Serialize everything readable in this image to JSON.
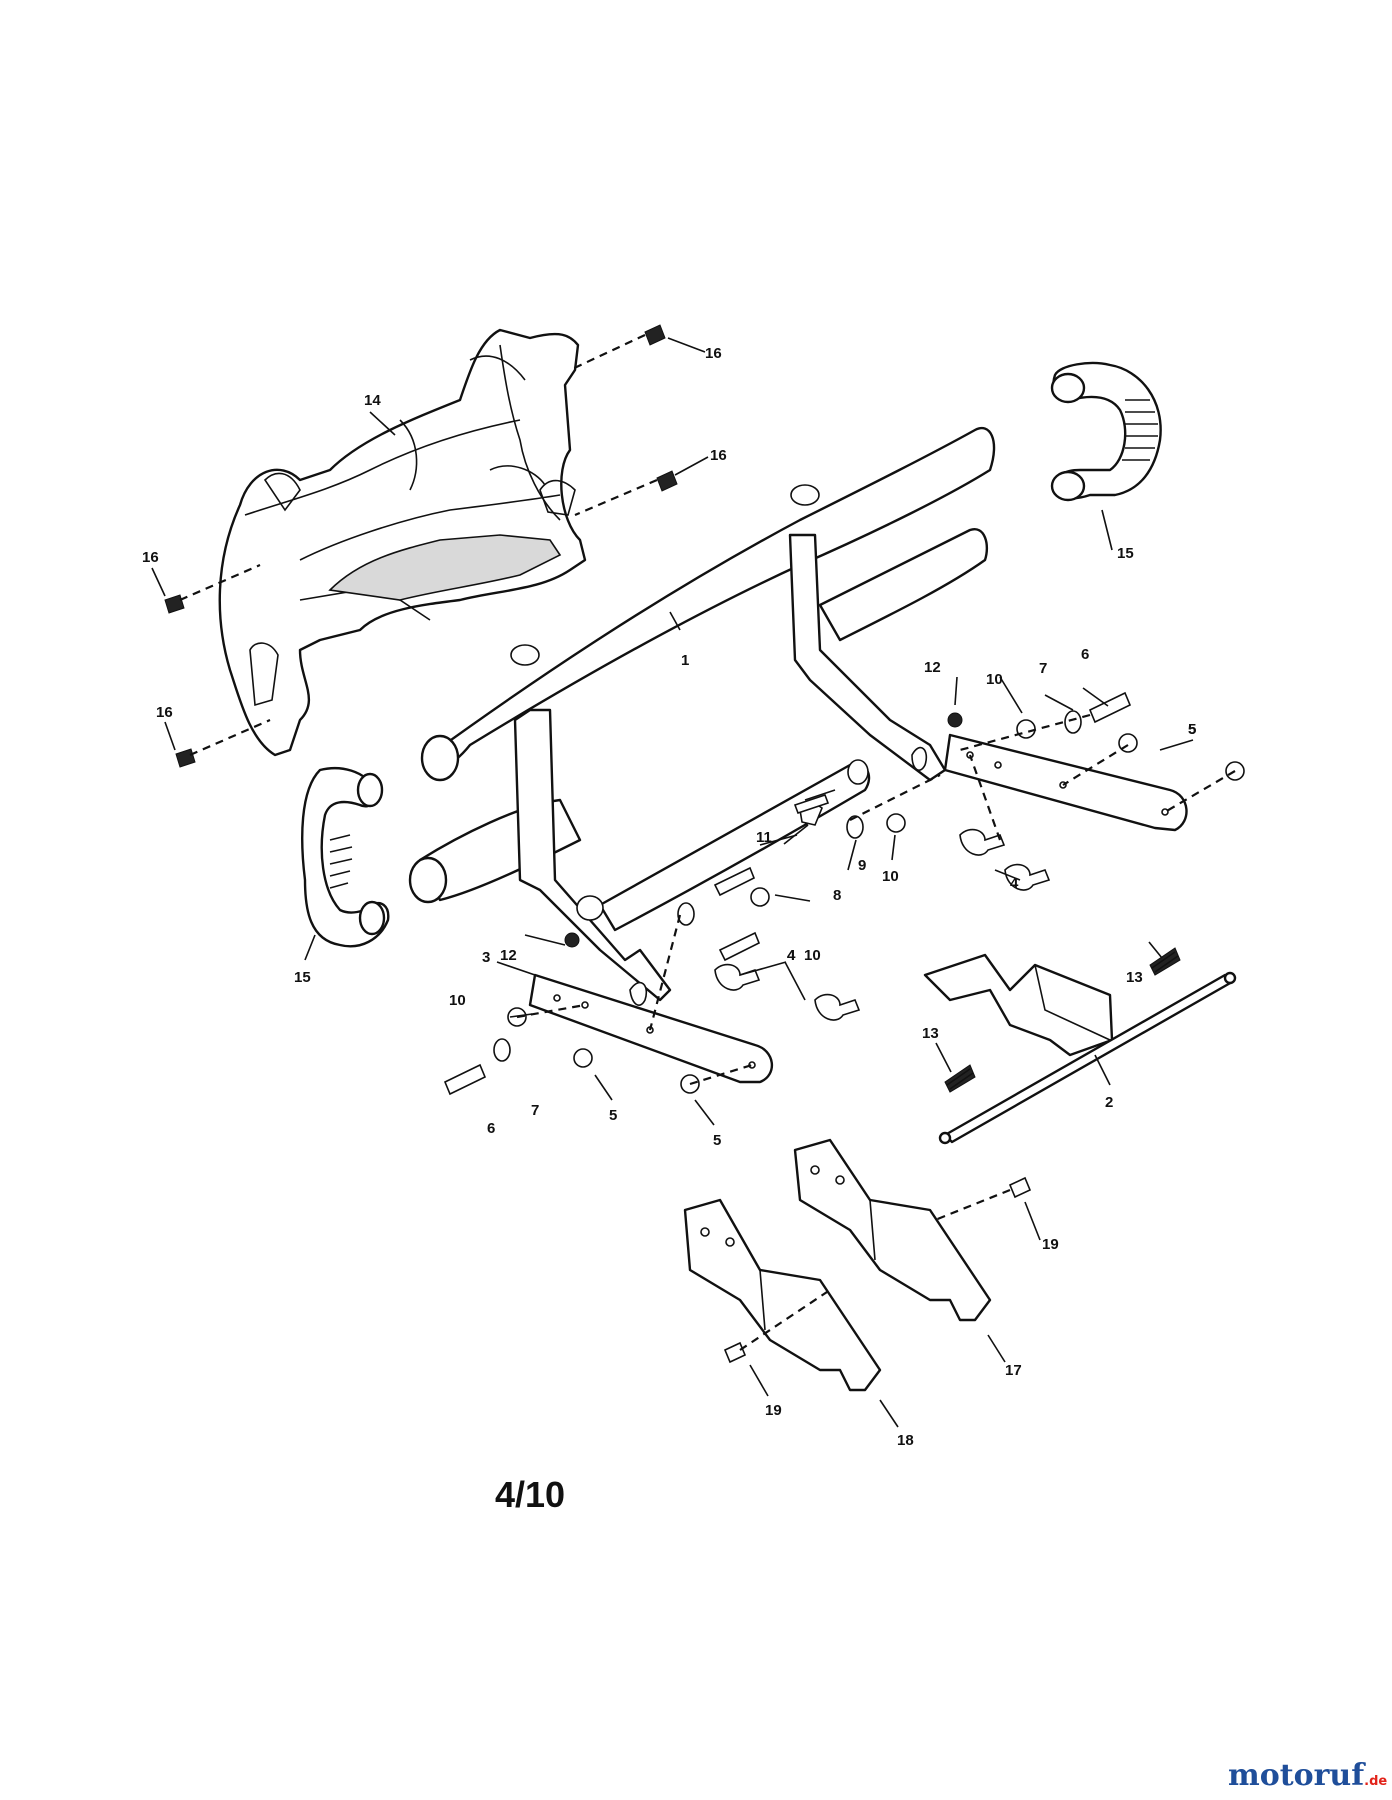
{
  "page_number": "4/10",
  "watermark": {
    "main": "motoruf",
    "suffix": ".de"
  },
  "colors": {
    "line": "#111111",
    "background": "#ffffff",
    "watermark_primary": "#1f4e9a",
    "watermark_accent": "#e2231a"
  },
  "callouts": [
    "1",
    "2",
    "3",
    "4",
    "4",
    "4",
    "5",
    "5",
    "5",
    "5",
    "6",
    "6",
    "7",
    "7",
    "8",
    "9",
    "10",
    "10",
    "10",
    "10",
    "11",
    "12",
    "12",
    "13",
    "13",
    "14",
    "15",
    "15",
    "16",
    "16",
    "16",
    "16",
    "17",
    "18",
    "19",
    "19"
  ]
}
